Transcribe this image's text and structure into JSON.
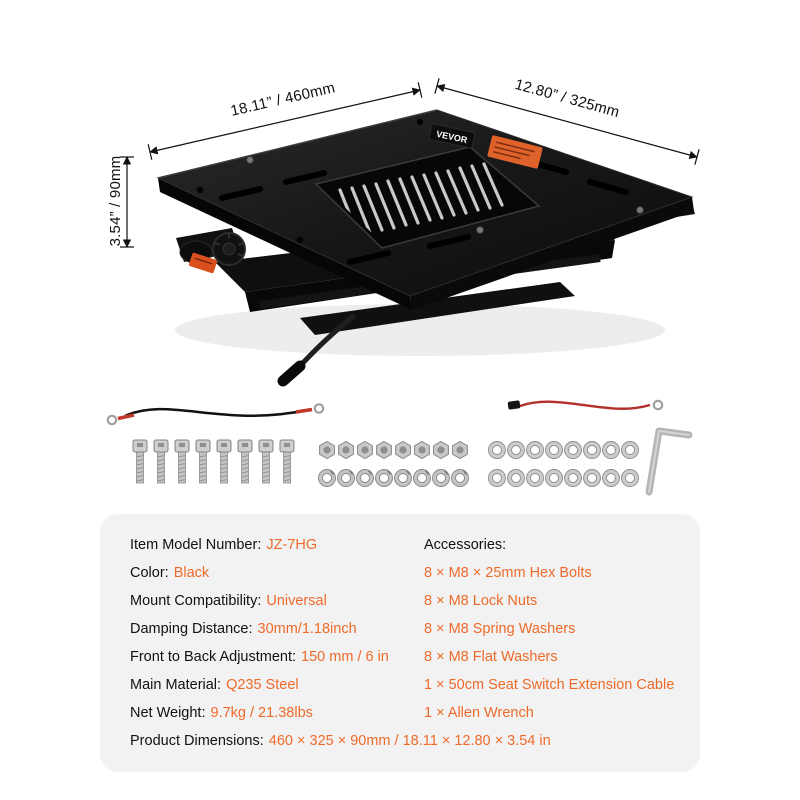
{
  "brand": "VEVOR",
  "colors": {
    "accent": "#EE6A2A",
    "card_bg": "#F2F2F2",
    "product_black": "#161616"
  },
  "product": {
    "dim_width": "18.11” / 460mm",
    "dim_depth": "12.80” / 325mm",
    "dim_height": "3.54” / 90mm"
  },
  "specs": [
    {
      "label": "Item Model Number:",
      "value": "JZ-7HG"
    },
    {
      "label": "Color:",
      "value": "Black"
    },
    {
      "label": "Mount Compatibility:",
      "value": "Universal"
    },
    {
      "label": "Damping Distance:",
      "value": "30mm/1.18inch"
    },
    {
      "label": "Front to Back Adjustment:",
      "value": "150 mm / 6 in"
    },
    {
      "label": "Main Material:",
      "value": "Q235 Steel"
    },
    {
      "label": "Net Weight:",
      "value": "9.7kg / 21.38lbs"
    },
    {
      "label": "Product Dimensions:",
      "value": "460 × 325 × 90mm / 18.11 × 12.80 × 3.54 in"
    }
  ],
  "accessories": {
    "title": "Accessories:",
    "items": [
      "8 × M8 × 25mm Hex Bolts",
      "8 × M8 Lock Nuts",
      "8 × M8 Spring Washers",
      "8 × M8 Flat Washers",
      "1 × 50cm Seat Switch Extension Cable",
      "1 × Allen Wrench"
    ]
  }
}
